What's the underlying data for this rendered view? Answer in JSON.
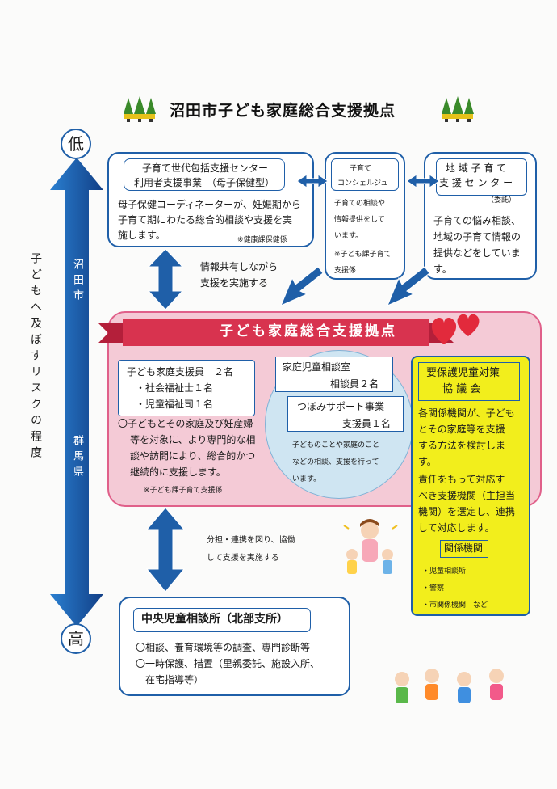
{
  "title": "沼田市子ども家庭総合支援拠点",
  "scale": {
    "low": "低",
    "high": "高",
    "risk_label": "子どもへ及ぼすリスクの程度",
    "left_org": "沼田市",
    "right_org": "群馬県"
  },
  "center_box": {
    "title_line1": "子育て世代包括支援センター",
    "title_line2": "利用者支援事業　（母子保健型）",
    "body": [
      "母子保健コーディネーターが、妊娠期から",
      "子育て期にわたる総合的相談や支援を実",
      "施します。"
    ],
    "note": "※健康課保健係"
  },
  "concierge_box": {
    "title_line1": "子育て",
    "title_line2": "コンシェルジュ",
    "body": [
      "子育ての相談や",
      "情報提供をして",
      "います。"
    ],
    "note1": "※子ども課子育て",
    "note2": "支援係"
  },
  "regional_box": {
    "title_line1": "地 域 子 育 て",
    "title_line2": "支 援 セ ン タ ー",
    "title_line3": "（委託）",
    "body": [
      "子育ての悩み相談、",
      "地域の子育て情報の",
      "提供などをしていま",
      "す。"
    ]
  },
  "share_text": [
    "情報共有しながら",
    "支援を実施する"
  ],
  "hub": {
    "banner": "子ども家庭総合支援拠点",
    "staff_title": "子ども家庭支援員　２名",
    "staff_items": [
      "・社会福祉士１名",
      "・児童福祉司１名"
    ],
    "staff_body": [
      "〇子どもとその家庭及び妊産婦",
      "等を対象に、より専門的な相",
      "談や訪問により、総合的かつ",
      "継続的に支援します。"
    ],
    "staff_note": "※子ども課子育て支援係",
    "room_line1": "家庭児童相談室",
    "room_line2": "相談員２名",
    "tsubomi_line1": "つぼみサポート事業",
    "tsubomi_line2": "支援員１名",
    "circle_body": [
      "子どものことや家庭のこと",
      "などの相談、支援を行って",
      "います。"
    ]
  },
  "council": {
    "title_line1": "要保護児童対策",
    "title_line2": "協 議 会",
    "body": [
      "各関係機関が、子ども",
      "とその家庭等を支援",
      "する方法を検討しま",
      "す。",
      "責任をもって対応す",
      "べき支援機関（主担当",
      "機関）を選定し、連携",
      "して対応します。"
    ],
    "related_label": "関係機関",
    "related_items": [
      "・児童相談所",
      "・警察",
      "・市関係機関　など"
    ]
  },
  "cooperate_text": [
    "分担・連携を図り、協働",
    "して支援を実施する"
  ],
  "jido": {
    "title": "中央児童相談所（北部支所）",
    "body": [
      "〇相談、養育環境等の調査、専門診断等",
      "〇一時保護、措置（里親委託、施設入所、",
      "　在宅指導等）"
    ]
  },
  "colors": {
    "blue": "#1f5fa8",
    "hub_pink": "#f4cad6",
    "hub_border": "#e0608a",
    "banner": "#d8334f",
    "council_yellow": "#f2ee1c",
    "circle_blue": "#cfe5f2"
  }
}
